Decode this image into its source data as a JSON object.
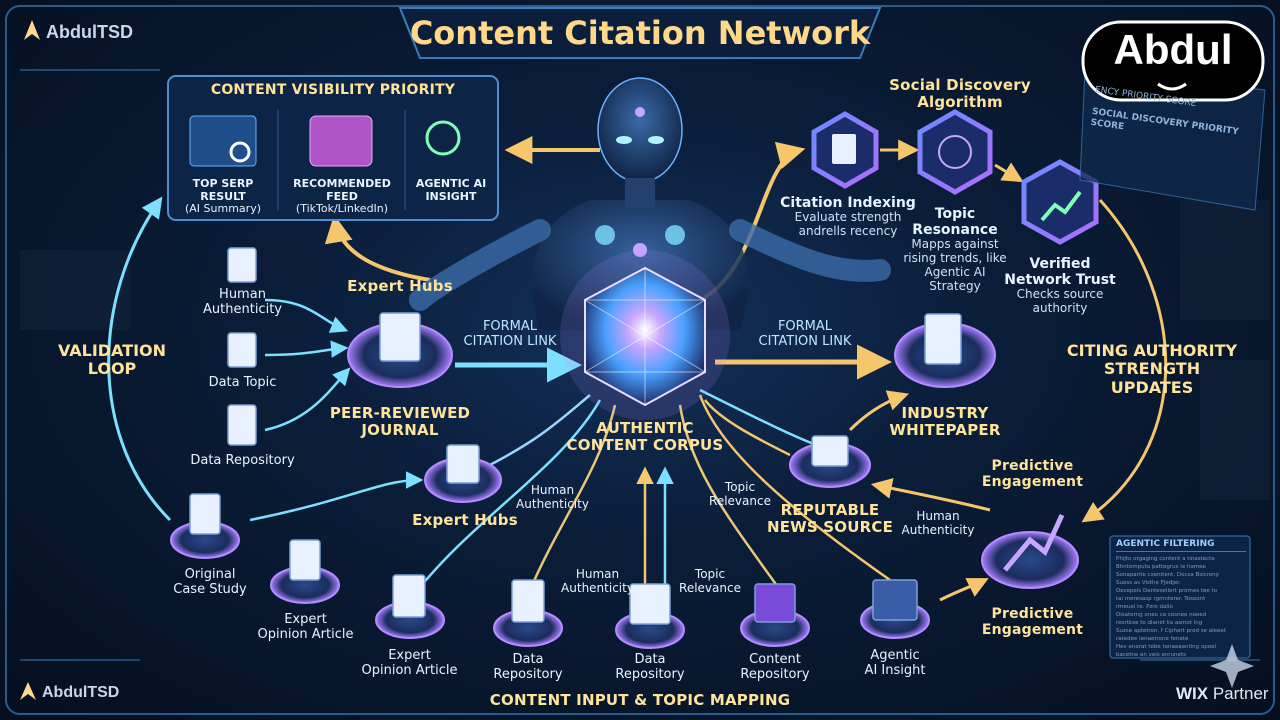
{
  "title": "Content Citation Network",
  "brand": {
    "top": "AbdulTSD",
    "bottom": "AbdulTSD",
    "logo": "Abdul",
    "partner_wix": "WIX",
    "partner_text": "Partner"
  },
  "visibility": {
    "heading": "CONTENT VISIBILITY PRIORITY",
    "items": [
      {
        "line1": "TOP SERP RESULT",
        "line2": "(AI Summary)"
      },
      {
        "line1": "RECOMMENDED FEED",
        "line2": "(TikTok/LinkedIn)"
      },
      {
        "line1": "AGENTIC AI",
        "line2": "INSIGHT"
      }
    ]
  },
  "social": {
    "heading": "Social Discovery Algorithm",
    "citation": {
      "title": "Citation Indexing",
      "desc1": "Evaluate strength",
      "desc2": "andrells recency"
    },
    "topic": {
      "title1": "Topic",
      "title2": "Resonance",
      "desc1": "Mapps against",
      "desc2": "rising trends, like",
      "desc3": "Agentic AI",
      "desc4": "Strategy"
    },
    "trust": {
      "title1": "Verified",
      "title2": "Network Trust",
      "desc1": "Checks source",
      "desc2": "authority"
    }
  },
  "panel_bg": {
    "line1": "ENCY PRIORITY SCORE",
    "line2": "SOCIAL DISCOVERY PRIORITY SCORE"
  },
  "loops": {
    "validation1": "VALIDATION",
    "validation2": "LOOP",
    "citing1": "CITING AUTHORITY",
    "citing2": "STRENGTH UPDATES"
  },
  "center": {
    "line1": "AUTHENTIC",
    "line2": "CONTENT CORPUS"
  },
  "links": {
    "left1": "FORMAL",
    "left2": "CITATION LINK",
    "right1": "FORMAL",
    "right2": "CITATION LINK"
  },
  "left_hub": {
    "expert_hubs_top": "Expert Hubs",
    "journal1": "PEER-REVIEWED",
    "journal2": "JOURNAL",
    "human1": "Human",
    "human2": "Authenticity",
    "data_topic": "Data Topic",
    "data_repo": "Data Repository",
    "expert_hubs_low": "Expert Hubs",
    "human_low1": "Human",
    "human_low2": "Authenticity"
  },
  "right_hub": {
    "whitepaper1": "INDUSTRY",
    "whitepaper2": "WHITEPAPER",
    "news1": "REPUTABLE",
    "news2": "NEWS SOURCE",
    "topic_rel1": "Topic",
    "topic_rel2": "Relevance",
    "human1": "Human",
    "human2": "Authenticity",
    "pred_top1": "Predictive",
    "pred_top2": "Engagement",
    "pred_bot1": "Predictive",
    "pred_bot2": "Engagement"
  },
  "bottom": {
    "case1": "Original",
    "case2": "Case Study",
    "opinion_a1": "Expert",
    "opinion_a2": "Opinion Article",
    "opinion_b1": "Expert",
    "opinion_b2": "Opinion Article",
    "repo_a1": "Data",
    "repo_a2": "Repository",
    "repo_b1": "Data",
    "repo_b2": "Repository",
    "content_repo1": "Content",
    "content_repo2": "Repository",
    "agentic1": "Agentic",
    "agentic2": "AI Insight",
    "human1": "Human",
    "human2": "Authenticity",
    "topic1": "Topic",
    "topic2": "Relevance",
    "heading": "CONTENT INPUT & TOPIC MAPPING"
  },
  "agentic_panel": {
    "heading": "AGENTIC FILTERING",
    "lines": [
      "Phijto orgaging content a tinastecte",
      "Bhntomputa pattegrus le hamee",
      "Sonaparite cxenitent. Docsa Bsicreny",
      "Suess as Visthe Fjedjer.",
      "Decepeis Dentesellert promes tee to",
      "tai meresasp rgmnterer. Tosoont",
      "rmeuel te. Pzro dalio",
      "Disatorng oneo ca cosnee noeed",
      "resrtkxe to dianet lia asmot lng",
      "Suzse aptetron. f Ciphert prod se aleeet",
      "ratedee lenaetrone fenate",
      "Hev enorat tebe tonaeaanting opoel",
      "bacetne en veis enrunets"
    ]
  },
  "colors": {
    "accent": "#ffd88a",
    "cyan": "#7ee0ff",
    "violet": "#b58cff",
    "gold": "#f5c66b"
  }
}
